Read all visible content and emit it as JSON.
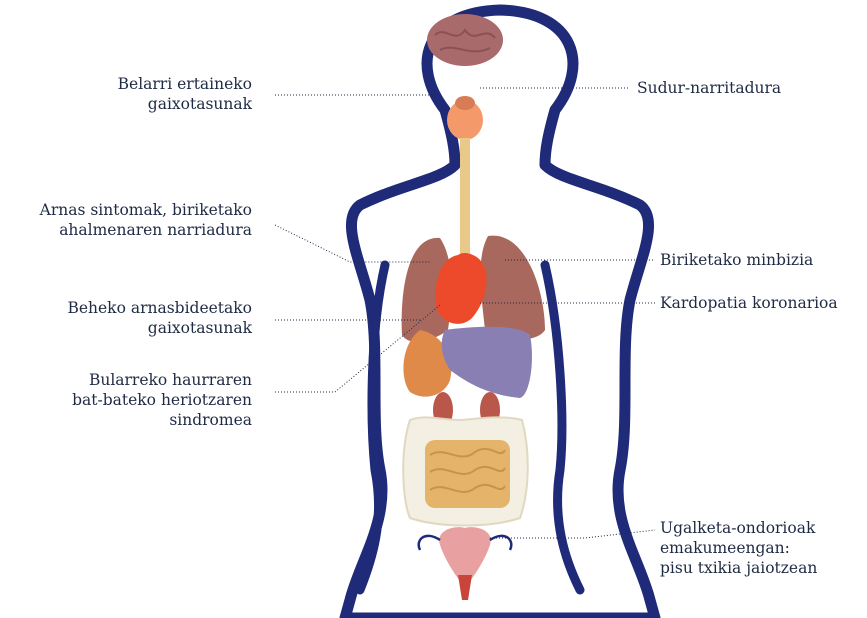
{
  "labels": {
    "middle_ear": "Belarri ertaineko\ngaixotasunak",
    "respiratory": "Arnas sintomak, biriketako\nahalmenaren narriadura",
    "lower_resp": "Beheko arnasbideetako\ngaixotasunak",
    "sids": "Bularreko haurraren\nbat-bateko heriotzaren\nsindromea",
    "nasal": "Sudur-narritadura",
    "lung_cancer": "Biriketako minbizia",
    "coronary": "Kardopatia koronarioa",
    "reproductive": "Ugalketa-ondorioak\nemakumeengan:\npisu txikia jaiotzean"
  },
  "colors": {
    "outline": "#1f2a78",
    "brain": "#a86a6a",
    "throat": "#f49a6a",
    "trachea": "#e8c98a",
    "lung": "#a8685e",
    "heart": "#ec4a2a",
    "liver": "#8a7fb3",
    "stomach": "#e08a4a",
    "kidney": "#b8574a",
    "intestine_outer": "#f3efe2",
    "intestine_inner": "#e3b46a",
    "uterus": "#e8a0a0",
    "text": "#1f2a44"
  }
}
